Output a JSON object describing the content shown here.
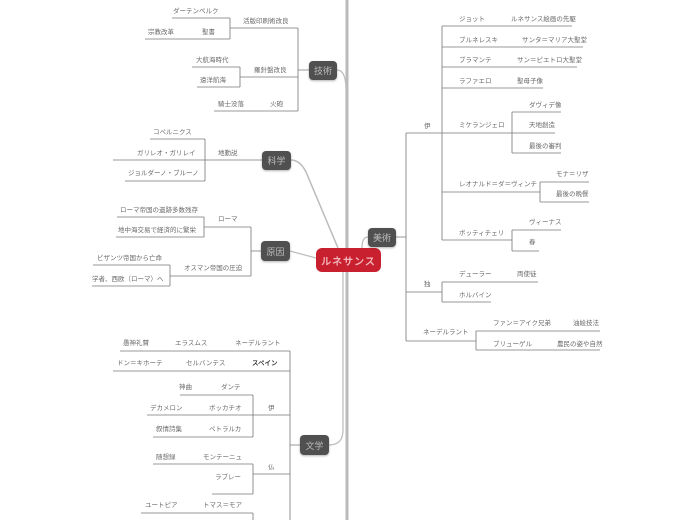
{
  "center": "ルネサンス",
  "technology": {
    "label": "技術",
    "printing": {
      "label": "活版印刷術改良",
      "gutenberg": "ダーテンベルク",
      "reformation": "宗教改革",
      "bible": "聖書"
    },
    "compass": {
      "label": "羅針盤改良",
      "age": "大航海時代",
      "ocean": "遠洋航海"
    },
    "cannon": {
      "label": "火砲",
      "knights": "騎士没落"
    }
  },
  "science": {
    "label": "科学",
    "helio": {
      "label": "地動説",
      "people": [
        "コペルニクス",
        "ガリレオ・ガリレイ",
        "ジョルダーノ・ブルーノ"
      ]
    }
  },
  "cause": {
    "label": "原因",
    "rome": {
      "label": "ローマ",
      "items": [
        "ローマ帝国の遺跡多数残存",
        "地中海交易で経済的に繁栄"
      ]
    },
    "ottoman": {
      "label": "オスマン帝国の圧迫",
      "items": [
        "ビザンツ帝国から亡命",
        "学者、西欧（ローマ）へ"
      ]
    }
  },
  "art": {
    "label": "美術",
    "italy": {
      "label": "伊",
      "giotto": [
        "ジョット",
        "ルネサンス絵画の先駆"
      ],
      "brunelleschi": [
        "ブルネレスキ",
        "サンタ＝マリア大聖堂"
      ],
      "bramante": [
        "ブラマンテ",
        "サン＝ピエトロ大聖堂"
      ],
      "raphael": [
        "ラファエロ",
        "聖母子像"
      ],
      "michelangelo": {
        "label": "ミケランジェロ",
        "works": [
          "ダヴィデ像",
          "天地創造",
          "最後の審判"
        ]
      },
      "leonardo": {
        "label": "レオナルド＝ダ＝ヴィンチ",
        "works": [
          "モナ＝リザ",
          "最後の晩餐"
        ]
      },
      "botticelli": {
        "label": "ボッティチェリ",
        "works": [
          "ヴィーナス",
          "春"
        ]
      }
    },
    "germany": {
      "label": "独",
      "durer": [
        "デューラー",
        "両使徒"
      ],
      "holbein": "ホルバイン"
    },
    "netherlands": {
      "label": "ネーデルラント",
      "vaneyck": [
        "ファン＝アイク兄弟",
        "油絵技法"
      ],
      "bruegel": [
        "ブリューゲル",
        "農民の姿や自然"
      ]
    }
  },
  "literature": {
    "label": "文学",
    "netherlands": [
      "ネーデルラント",
      "エラスムス",
      "愚神礼賛"
    ],
    "spain": [
      "スペイン",
      "セルバンテス",
      "ドン＝キホーテ"
    ],
    "italy": {
      "label": "伊",
      "rows": [
        [
          "ダンテ",
          "神曲"
        ],
        [
          "ボッカチオ",
          "デカメロン"
        ],
        [
          "ペトラルカ",
          "叙情詩集"
        ]
      ]
    },
    "france": {
      "label": "仏",
      "rows": [
        [
          "モンテーニュ",
          "随想録"
        ],
        [
          "ラブレー"
        ]
      ]
    },
    "england": [
      "トマス＝モア",
      "ユートピア"
    ]
  }
}
